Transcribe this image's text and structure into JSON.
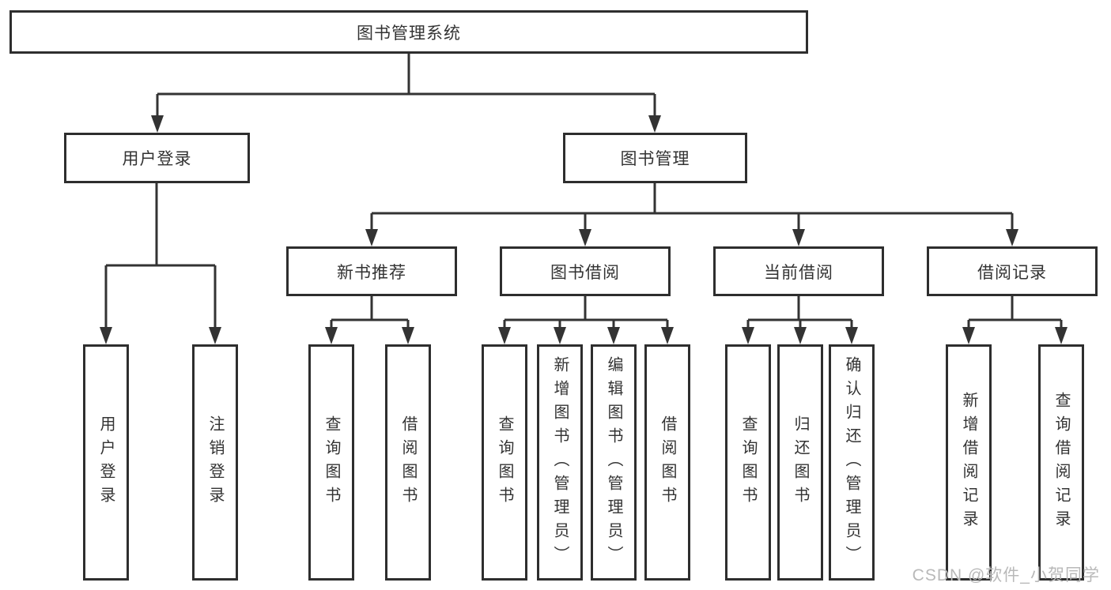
{
  "diagram": {
    "root": {
      "label": "图书管理系统"
    },
    "level2": [
      {
        "label": "用户登录"
      },
      {
        "label": "图书管理"
      }
    ],
    "level3": [
      {
        "label": "新书推荐"
      },
      {
        "label": "图书借阅"
      },
      {
        "label": "当前借阅"
      },
      {
        "label": "借阅记录"
      }
    ],
    "leaves": [
      {
        "label": "用户登录",
        "parent": "用户登录"
      },
      {
        "label": "注销登录",
        "parent": "用户登录"
      },
      {
        "label": "查询图书",
        "parent": "新书推荐"
      },
      {
        "label": "借阅图书",
        "parent": "新书推荐"
      },
      {
        "label": "查询图书",
        "parent": "图书借阅"
      },
      {
        "label": "新增图书（管理员）",
        "parent": "图书借阅"
      },
      {
        "label": "编辑图书（管理员）",
        "parent": "图书借阅"
      },
      {
        "label": "借阅图书",
        "parent": "图书借阅"
      },
      {
        "label": "查询图书",
        "parent": "当前借阅"
      },
      {
        "label": "归还图书",
        "parent": "当前借阅"
      },
      {
        "label": "确认归还（管理员）",
        "parent": "当前借阅"
      },
      {
        "label": "新增借阅记录",
        "parent": "借阅记录"
      },
      {
        "label": "查询借阅记录",
        "parent": "借阅记录"
      }
    ]
  },
  "watermark": {
    "text": "CSDN @软件_小贺同学"
  },
  "colors": {
    "line": "#333333",
    "box_border": "#2e2e2e",
    "text": "#333333",
    "watermark": "#b9b9b9",
    "background": "#ffffff"
  }
}
